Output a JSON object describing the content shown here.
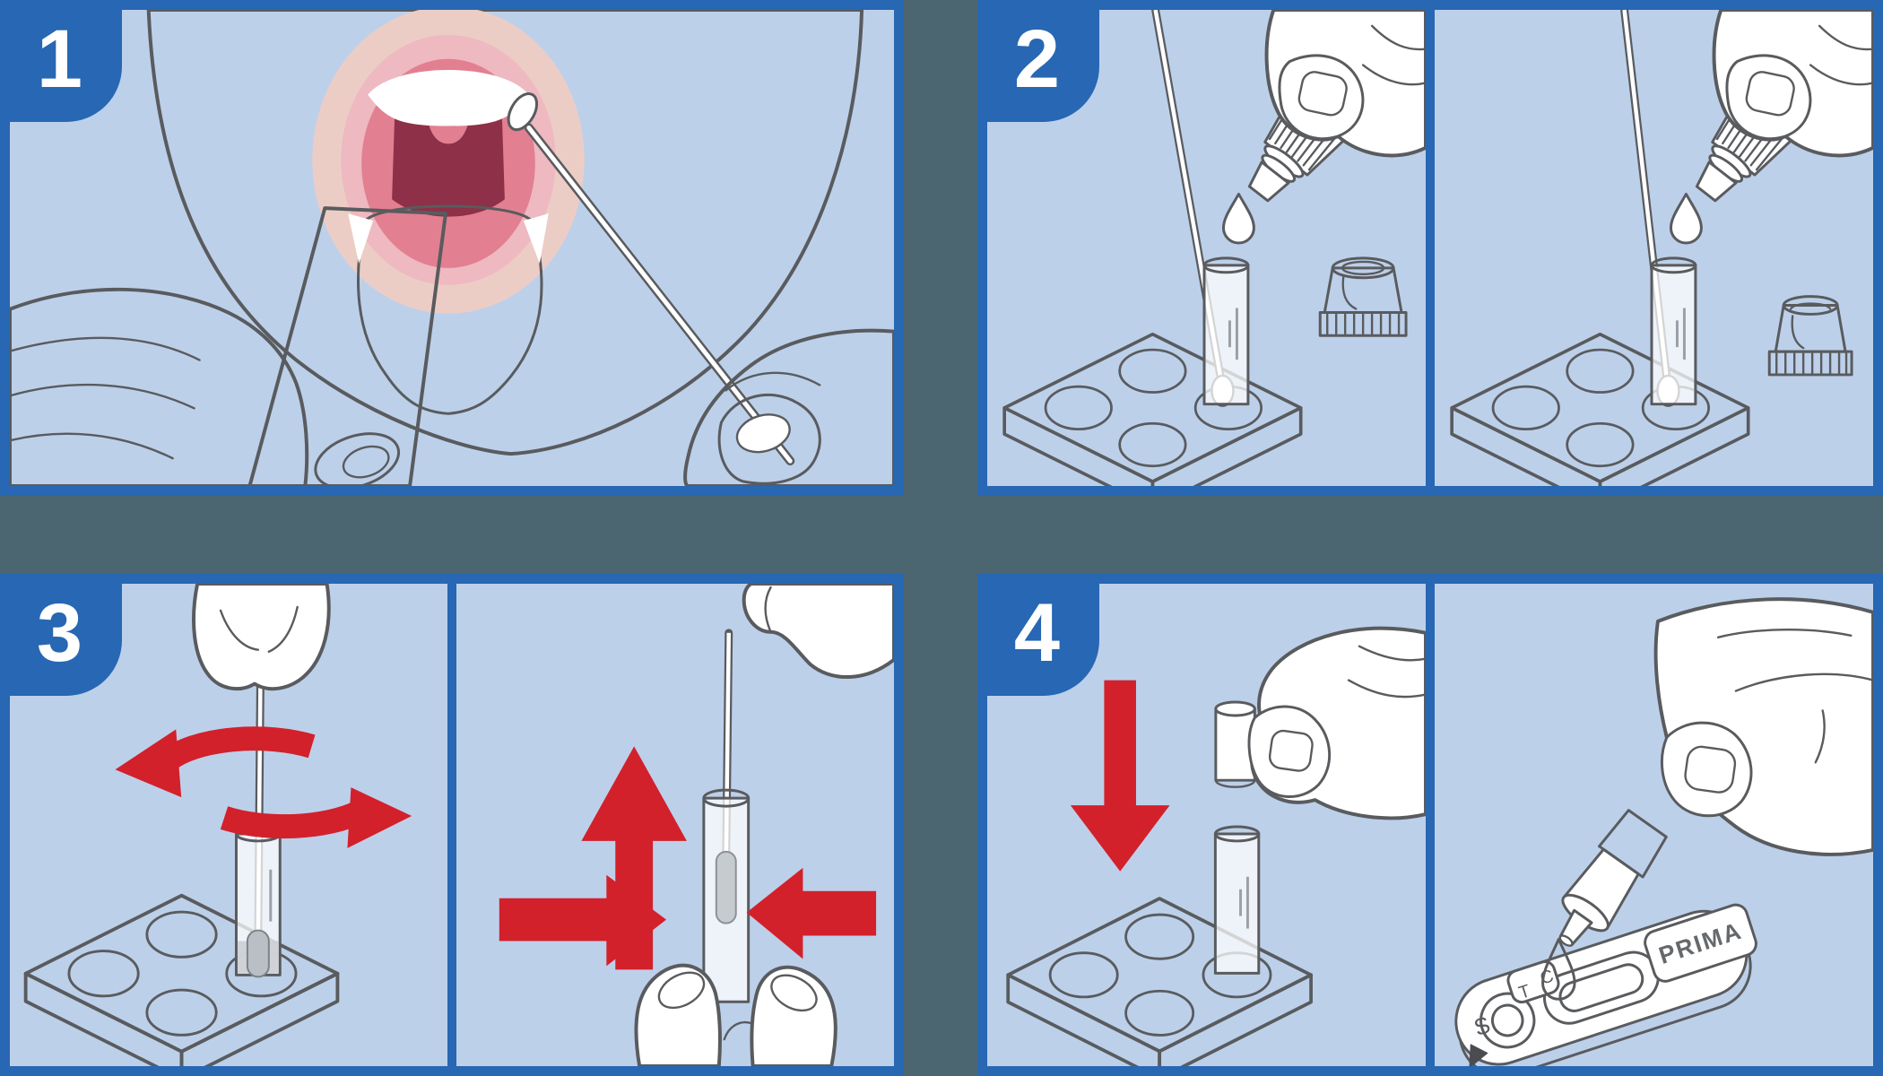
{
  "diagram": {
    "steps": [
      "1",
      "2",
      "3",
      "4"
    ]
  },
  "cassette": {
    "brand": "PRIMA",
    "control_label": "C",
    "test_label": "T",
    "sample_label": "S"
  },
  "colors": {
    "frame_blue": "#2767b3",
    "panel_background": "#bdd0ea",
    "gutter": "#4c6671",
    "arrow_red": "#d2212b",
    "outline_gray": "#595b5e",
    "skin": "#f3dcd5",
    "lips": "#eeb9c0",
    "mouth_inner": "#e27f91",
    "throat_dark": "#8d3048",
    "tongue": "#e4596a",
    "tongue_depressor": "#f6e6c9",
    "cap_blue": "#45b5e6",
    "cap_green": "#0e9a52",
    "liquid_gray": "#c9ced3"
  }
}
